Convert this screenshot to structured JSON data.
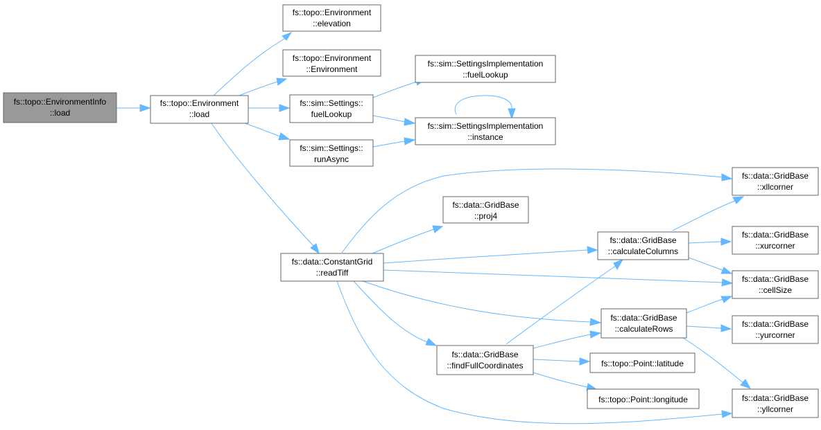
{
  "colors": {
    "edge": "#63b8ff",
    "node_border": "#666666",
    "root_fill": "#999999",
    "node_fill": "#ffffff"
  },
  "nodes": {
    "n0": {
      "line1": "fs::topo::EnvironmentInfo",
      "line2": "::load"
    },
    "n1": {
      "line1": "fs::topo::Environment",
      "line2": "::load"
    },
    "n2": {
      "line1": "fs::topo::Environment",
      "line2": "::elevation"
    },
    "n3": {
      "line1": "fs::topo::Environment",
      "line2": "::Environment"
    },
    "n4": {
      "line1": "fs::sim::Settings::",
      "line2": "fuelLookup"
    },
    "n5": {
      "line1": "fs::sim::Settings::",
      "line2": "runAsync"
    },
    "n6": {
      "line1": "fs::sim::SettingsImplementation",
      "line2": "::fuelLookup"
    },
    "n7": {
      "line1": "fs::sim::SettingsImplementation",
      "line2": "::instance"
    },
    "n8": {
      "line1": "fs::data::ConstantGrid",
      "line2": "::readTiff"
    },
    "n9": {
      "line1": "fs::data::GridBase",
      "line2": "::proj4"
    },
    "n10": {
      "line1": "fs::data::GridBase",
      "line2": "::calculateColumns"
    },
    "n11": {
      "line1": "fs::data::GridBase",
      "line2": "::xllcorner"
    },
    "n12": {
      "line1": "fs::data::GridBase",
      "line2": "::xurcorner"
    },
    "n13": {
      "line1": "fs::data::GridBase",
      "line2": "::cellSize"
    },
    "n14": {
      "line1": "fs::data::GridBase",
      "line2": "::calculateRows"
    },
    "n15": {
      "line1": "fs::data::GridBase",
      "line2": "::yurcorner"
    },
    "n16": {
      "line1": "fs::data::GridBase",
      "line2": "::findFullCoordinates"
    },
    "n17": {
      "line1": "fs::topo::Point::latitude"
    },
    "n18": {
      "line1": "fs::topo::Point::longitude"
    },
    "n19": {
      "line1": "fs::data::GridBase",
      "line2": "::yllcorner"
    }
  }
}
